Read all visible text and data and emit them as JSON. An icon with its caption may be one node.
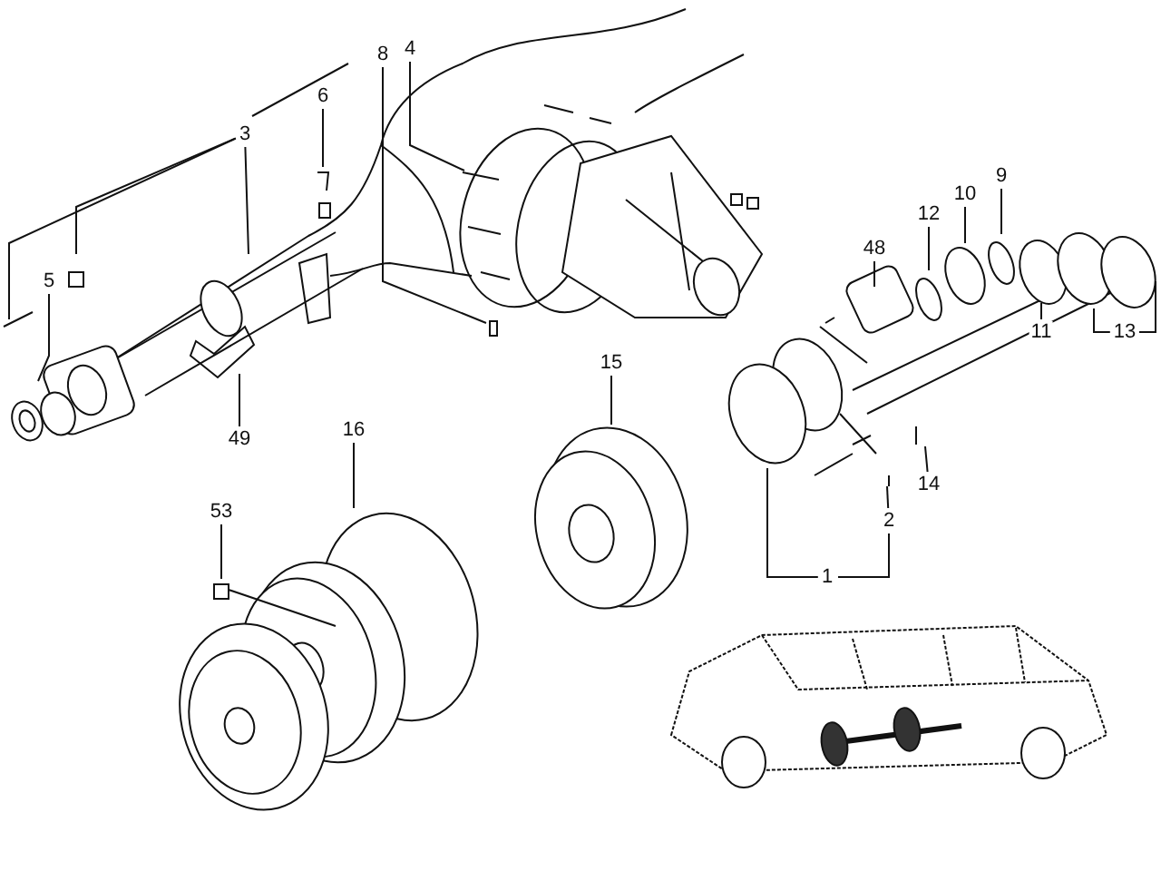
{
  "diagram": {
    "nodes": [
      {
        "text": [
          "3"
        ]
      },
      {
        "text": [
          "6"
        ]
      },
      {
        "text": [
          "8"
        ]
      },
      {
        "text": [
          "4"
        ]
      },
      {
        "text": [
          "5"
        ]
      },
      {
        "text": [
          "49"
        ]
      },
      {
        "text": [
          "48"
        ]
      },
      {
        "text": [
          "12"
        ]
      },
      {
        "text": [
          "10"
        ]
      },
      {
        "text": [
          "9"
        ]
      },
      {
        "text": [
          "15"
        ]
      },
      {
        "text": [
          "11"
        ]
      },
      {
        "text": [
          "13"
        ]
      },
      {
        "text": [
          "16"
        ]
      },
      {
        "text": [
          "53"
        ]
      },
      {
        "text": [
          "14"
        ]
      },
      {
        "text": [
          "2"
        ]
      },
      {
        "text": [
          "1"
        ]
      }
    ],
    "edges": [
      {
        "from": 0,
        "to": null,
        "arrow": "none"
      },
      {
        "from": 0,
        "to": null,
        "arrow": "none"
      },
      {
        "from": 0,
        "to": null,
        "arrow": "none"
      },
      {
        "from": 1,
        "to": null,
        "arrow": "none"
      },
      {
        "from": 2,
        "to": null,
        "arrow": "none"
      },
      {
        "from": 3,
        "to": null,
        "arrow": "none"
      },
      {
        "from": 4,
        "to": null,
        "arrow": "none"
      },
      {
        "from": 5,
        "to": null,
        "arrow": "none"
      },
      {
        "from": 6,
        "to": null,
        "arrow": "none"
      },
      {
        "from": 7,
        "to": null,
        "arrow": "none"
      },
      {
        "from": 8,
        "to": null,
        "arrow": "none"
      },
      {
        "from": 9,
        "to": null,
        "arrow": "none"
      },
      {
        "from": 10,
        "to": null,
        "arrow": "none"
      },
      {
        "from": 11,
        "to": null,
        "arrow": "none"
      },
      {
        "from": 12,
        "to": null,
        "arrow": "none"
      },
      {
        "from": 13,
        "to": null,
        "arrow": "none"
      },
      {
        "from": 14,
        "to": null,
        "arrow": "none"
      },
      {
        "from": 15,
        "to": null,
        "arrow": "none"
      },
      {
        "from": 16,
        "to": null,
        "arrow": "none"
      },
      {
        "from": 17,
        "to": null,
        "arrow": "none"
      }
    ]
  }
}
